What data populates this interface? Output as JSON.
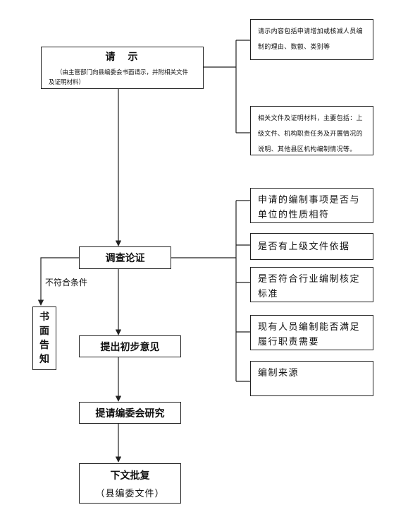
{
  "request": {
    "title": "请　示",
    "subtitle_line1": "（由主管部门向县编委会书面请示，并附相关文件",
    "subtitle_line2": "及证明材料）"
  },
  "notes": [
    "请示内容包括申请增加或核减人员编制的理由、数额、类别等",
    "相关文件及证明材料，主要包括：上级文件、机构职责任务及开展情况的说明、其他县区机构编制情况等。"
  ],
  "investigation": {
    "label": "调查论证"
  },
  "criteria": [
    "申请的编制事项是否与单位的性质相符",
    "是否有上级文件依据",
    "是否符合行业编制核定标准",
    "现有人员编制能否满足履行职责需要",
    "编制来源"
  ],
  "nonconforming": {
    "label": "不符合条件"
  },
  "written_notice": {
    "chars": [
      "书",
      "面",
      "告",
      "知"
    ]
  },
  "preliminary": {
    "label": "提出初步意见"
  },
  "committee": {
    "label": "提请编委会研究"
  },
  "approval": {
    "label": "下文批复",
    "sublabel": "（县编委文件）"
  }
}
